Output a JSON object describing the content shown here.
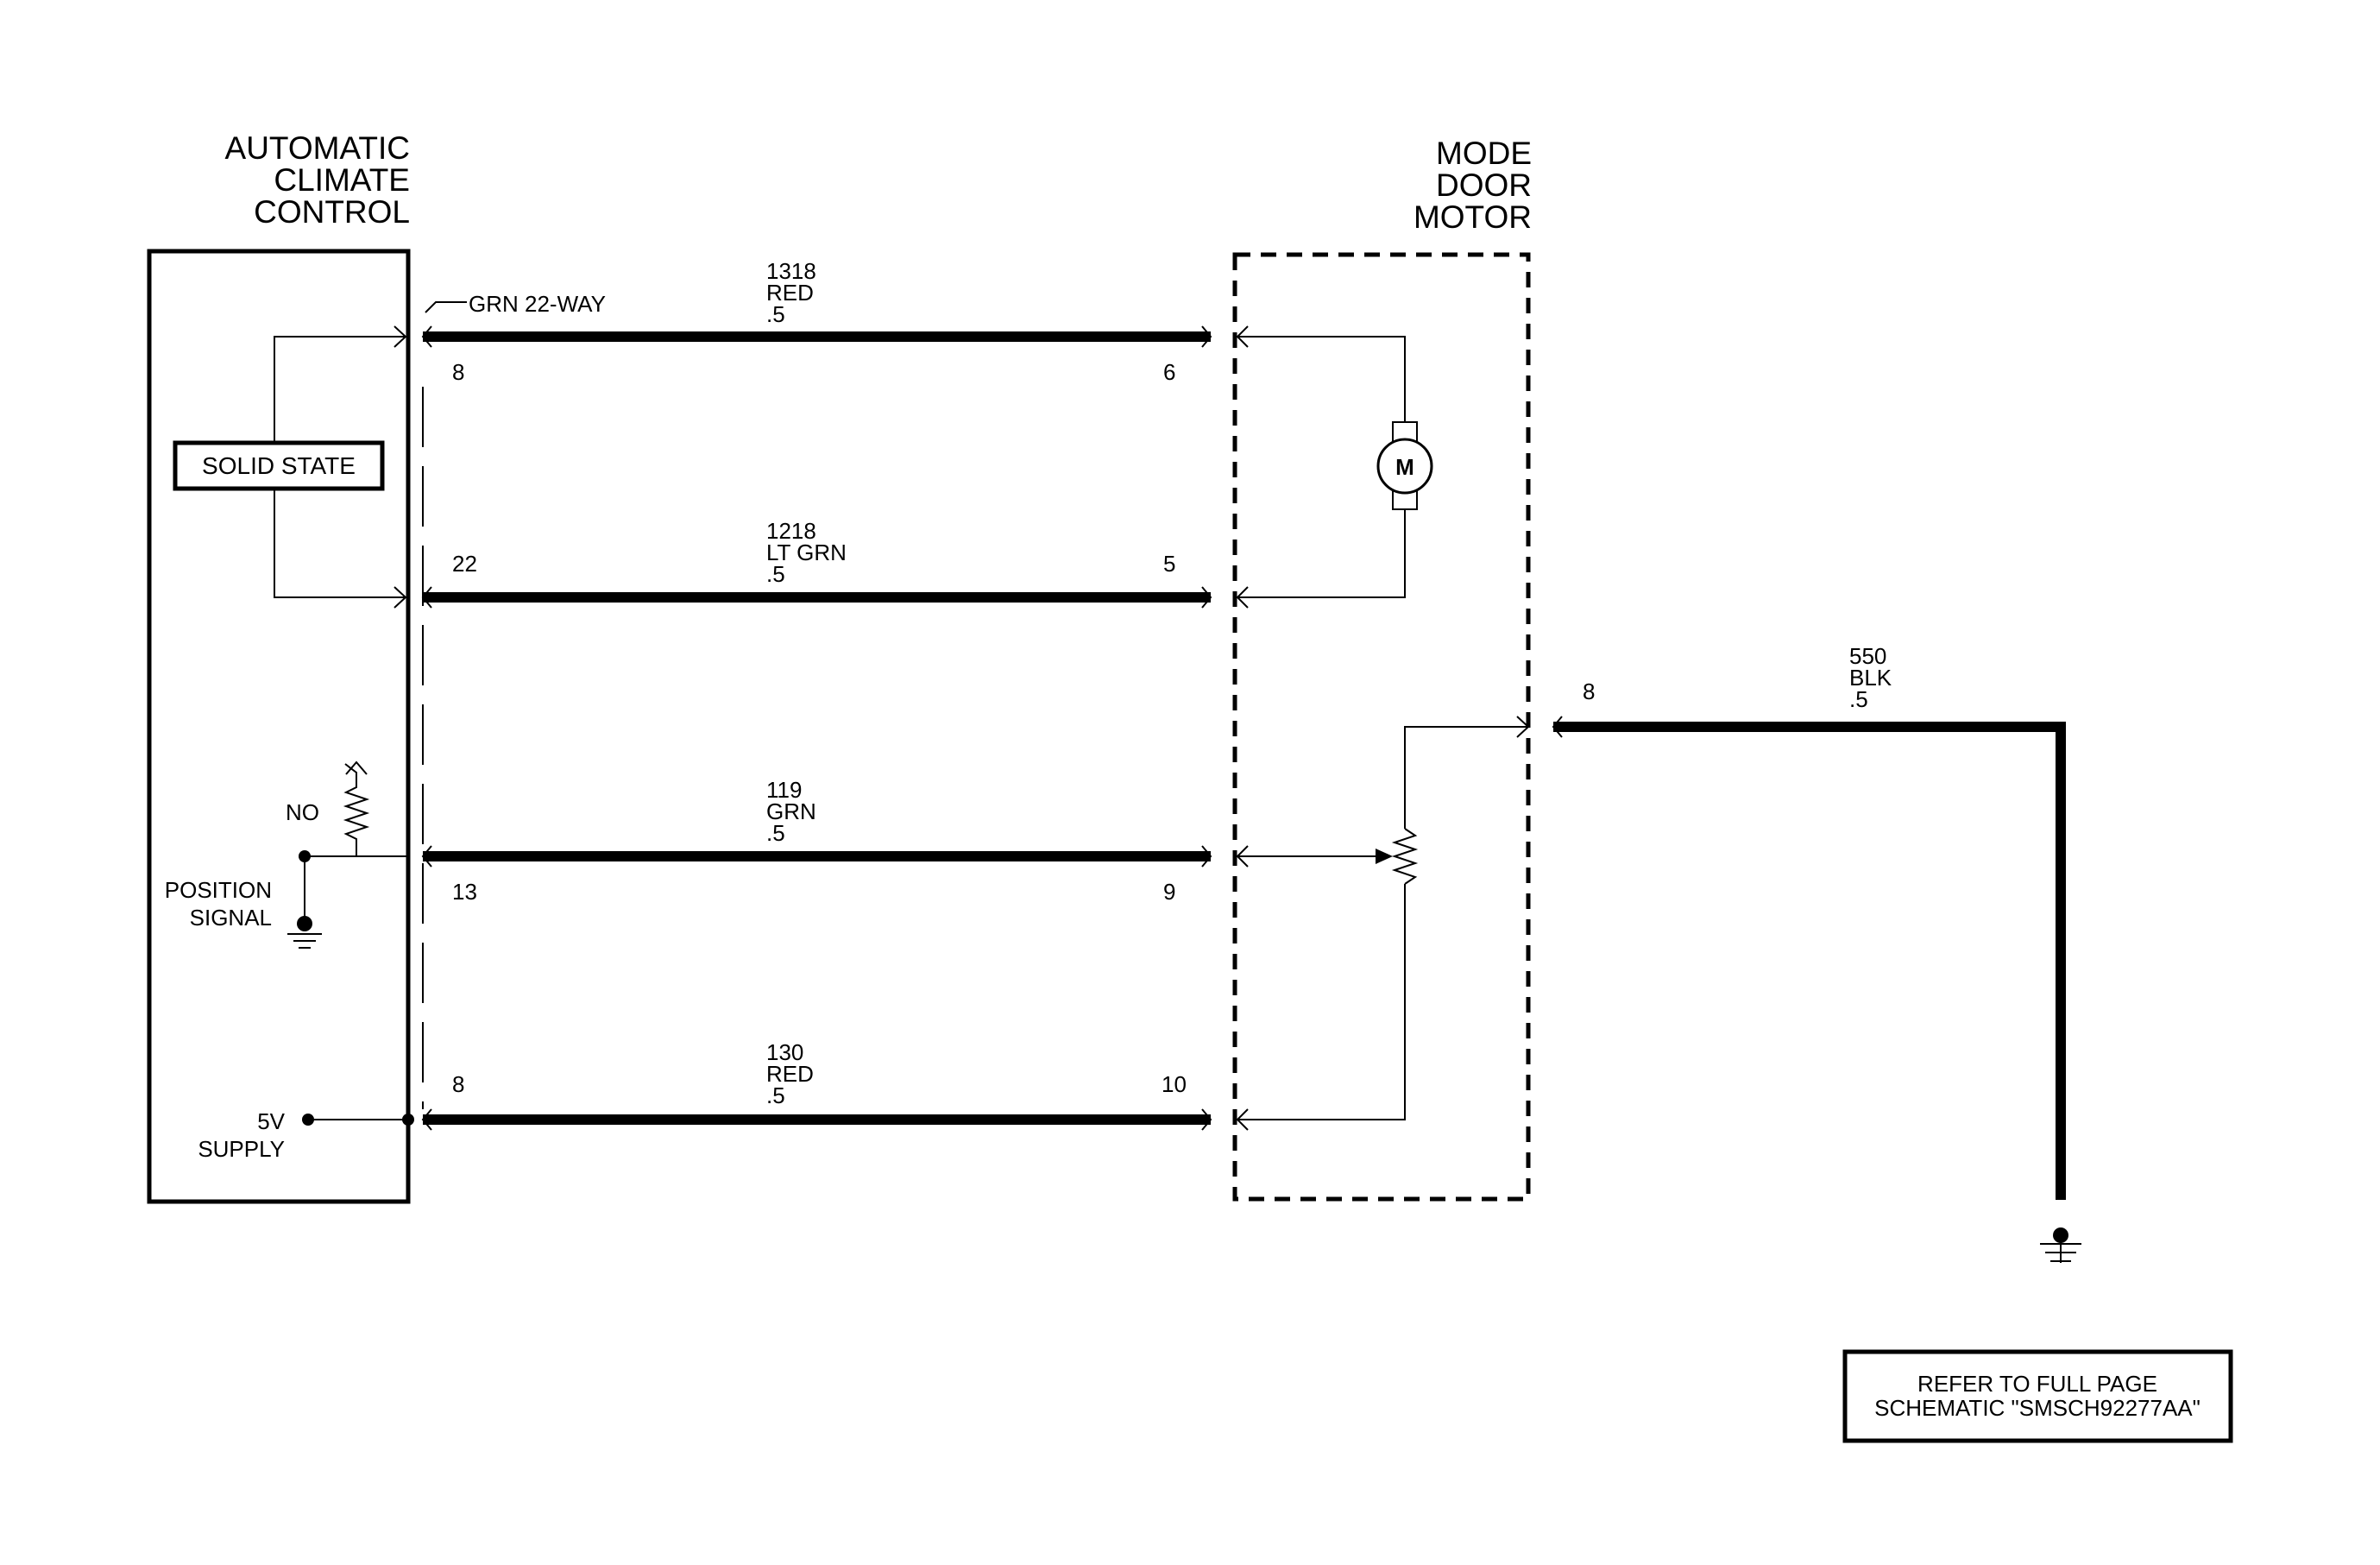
{
  "components": {
    "acc": {
      "line1": "AUTOMATIC",
      "line2": "CLIMATE",
      "line3": "CONTROL"
    },
    "motor": {
      "line1": "MODE",
      "line2": "DOOR",
      "line3": "MOTOR"
    },
    "solid_state": "SOLID STATE",
    "motor_symbol": "M"
  },
  "connector": {
    "name": "GRN 22-WAY"
  },
  "wires": [
    {
      "circuit": "1318",
      "color": "RED",
      "gauge": ".5",
      "left_pin": "8",
      "right_pin": "6"
    },
    {
      "circuit": "1218",
      "color": "LT GRN",
      "gauge": ".5",
      "left_pin": "22",
      "right_pin": "5"
    },
    {
      "circuit": "119",
      "color": "GRN",
      "gauge": ".5",
      "left_pin": "13",
      "right_pin": "9"
    },
    {
      "circuit": "130",
      "color": "RED",
      "gauge": ".5",
      "left_pin": "8",
      "right_pin": "10"
    }
  ],
  "ground_wire": {
    "circuit": "550",
    "color": "BLK",
    "gauge": ".5",
    "pin": "8"
  },
  "labels": {
    "no": "NO",
    "position_line1": "POSITION",
    "position_line2": "SIGNAL",
    "supply_line1": "5V",
    "supply_line2": "SUPPLY"
  },
  "refer_note": {
    "line1": "REFER TO FULL PAGE",
    "line2": "SCHEMATIC \"SMSCH92277AA\""
  }
}
